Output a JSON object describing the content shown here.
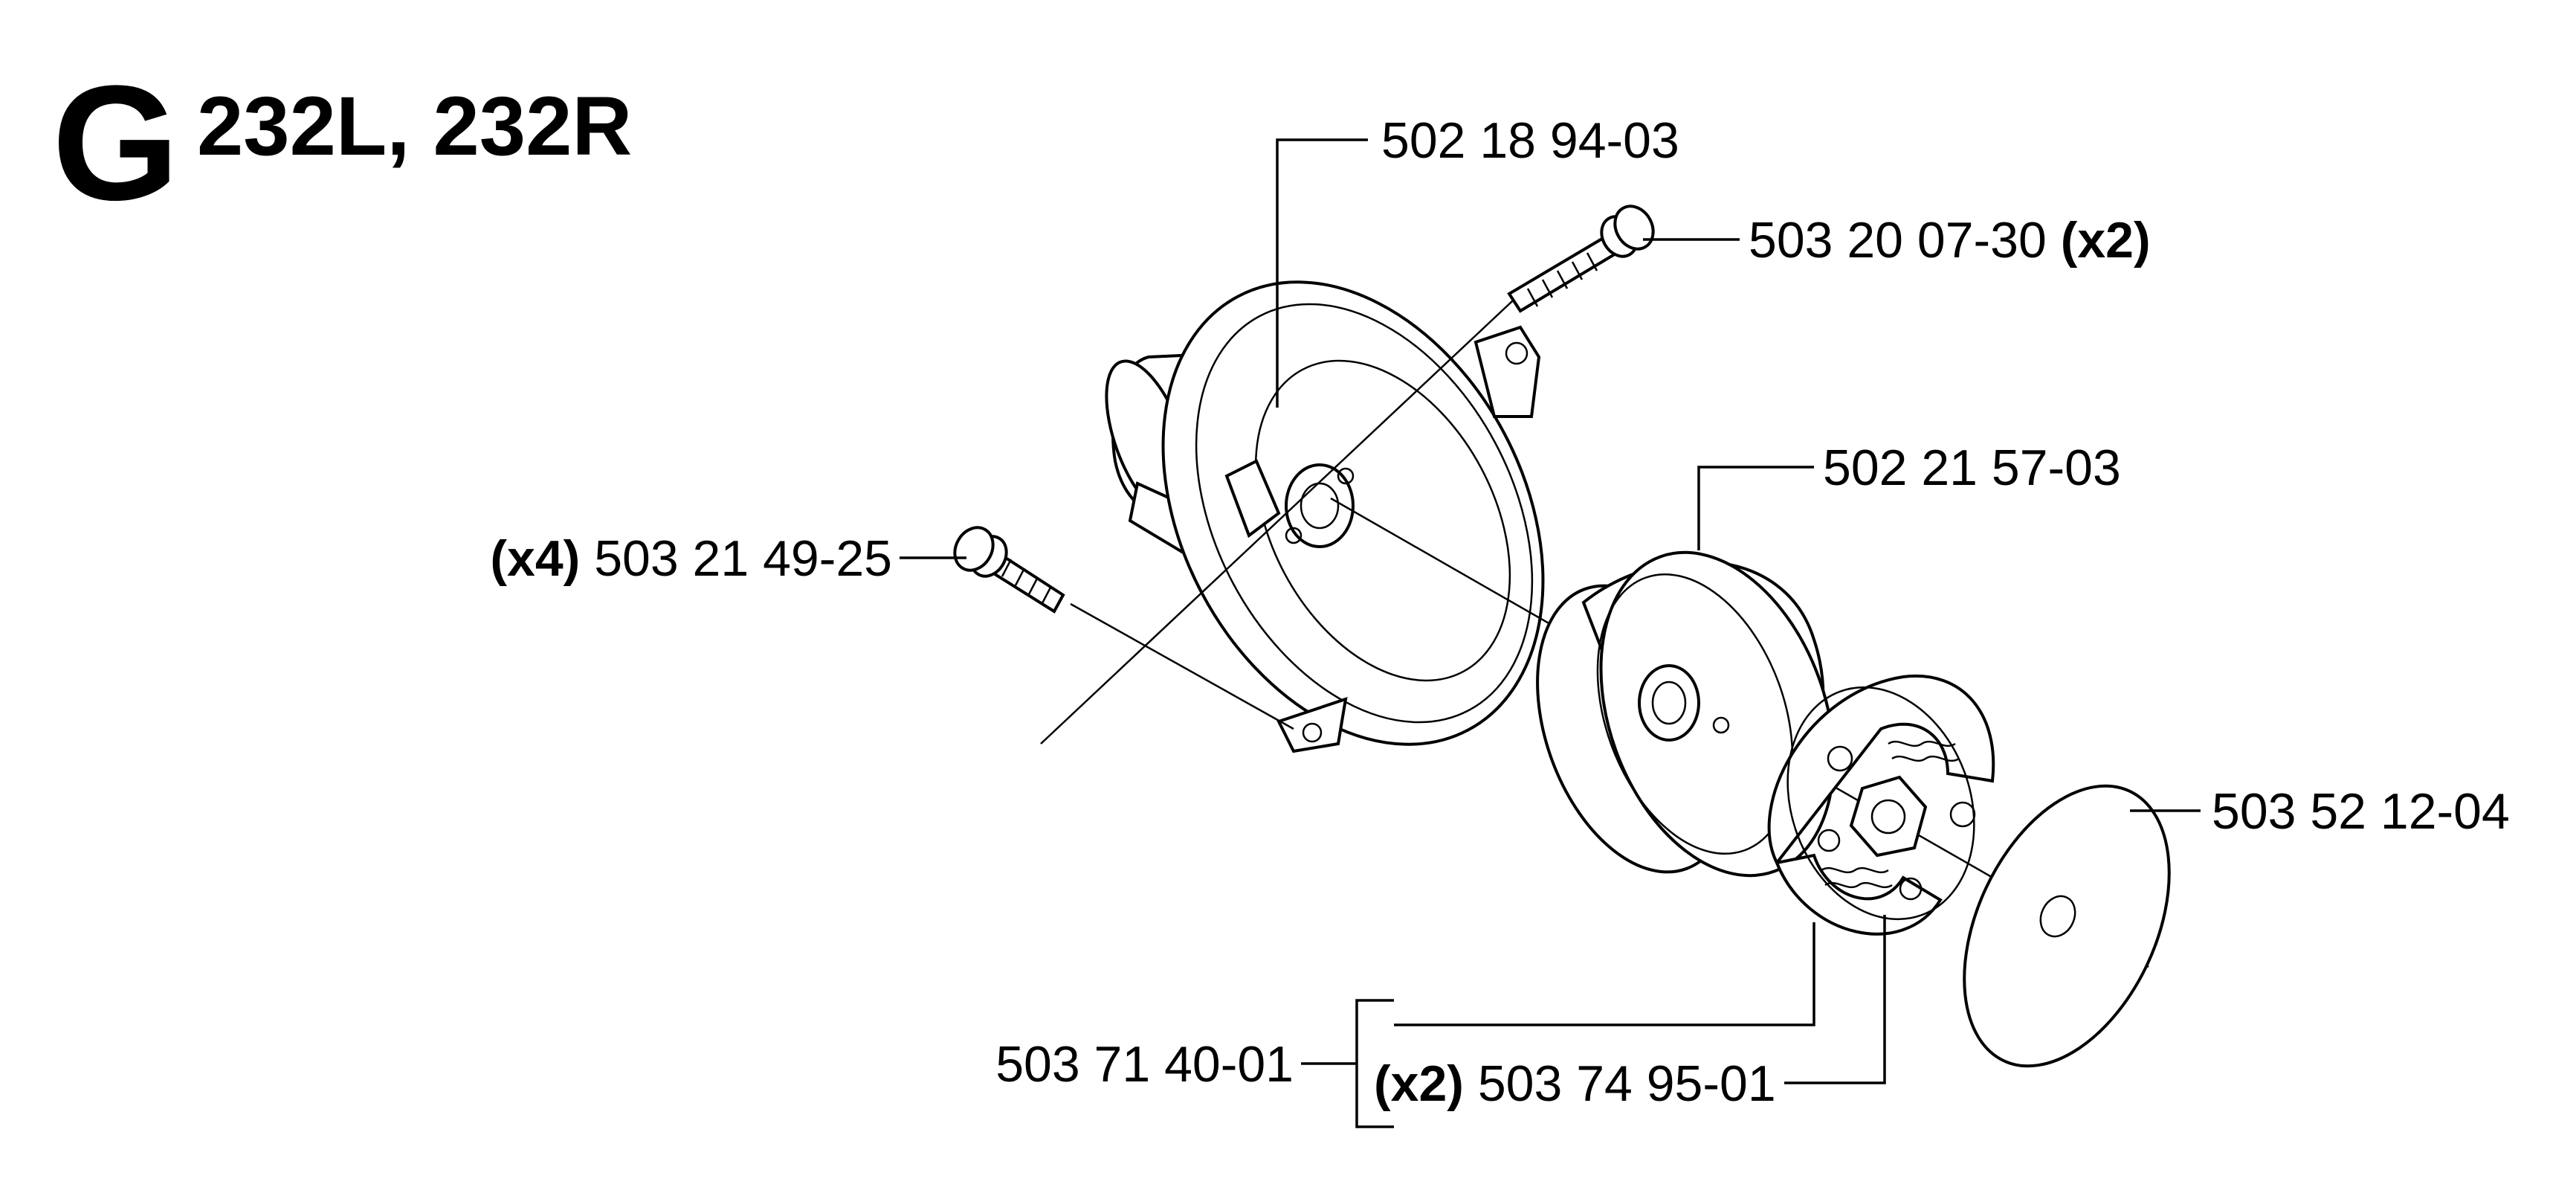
{
  "header": {
    "section_letter": "G",
    "models": "232L, 232R"
  },
  "parts": [
    {
      "part_no": "502 18 94-03",
      "qty": ""
    },
    {
      "part_no": "503 20 07-30",
      "qty": "(x2)"
    },
    {
      "part_no": "502 21 57-03",
      "qty": ""
    },
    {
      "part_no": "503 21 49-25",
      "qty": "(x4)"
    },
    {
      "part_no": "503 52 12-04",
      "qty": ""
    },
    {
      "part_no": "503 71 40-01",
      "qty": ""
    },
    {
      "part_no": "503 74 95-01",
      "qty": "(x2)"
    }
  ]
}
